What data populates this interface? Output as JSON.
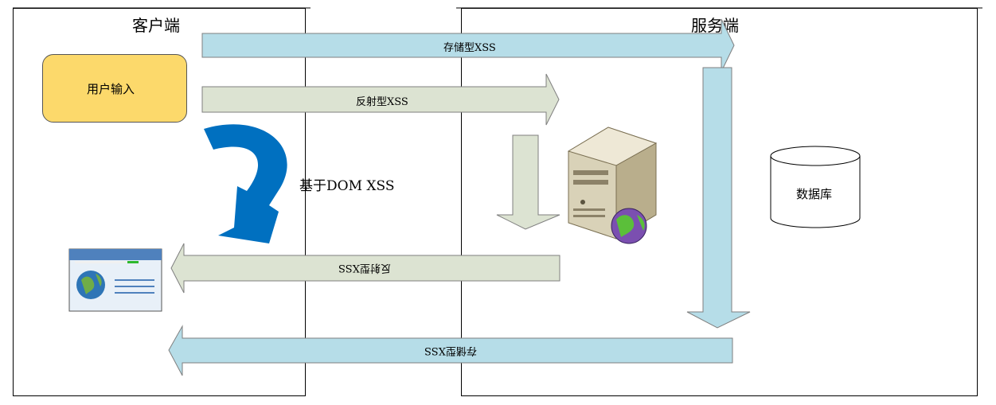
{
  "headers": {
    "client": "客户端",
    "server": "服务端"
  },
  "nodes": {
    "user_input": "用户输入",
    "database": "数据库"
  },
  "arrows": {
    "stored_xss_request": "存储型XSS",
    "reflected_xss_request": "反射型XSS",
    "dom_xss": "基于DOM XSS",
    "reflected_xss_response": "反射型XSS",
    "stored_xss_response": "存储型XSS"
  },
  "colors": {
    "blue_arrow": "#b6dde8",
    "green_arrow": "#dce3d2",
    "user_input_box": "#fcd96b",
    "dom_arrow": "#0070c0"
  }
}
